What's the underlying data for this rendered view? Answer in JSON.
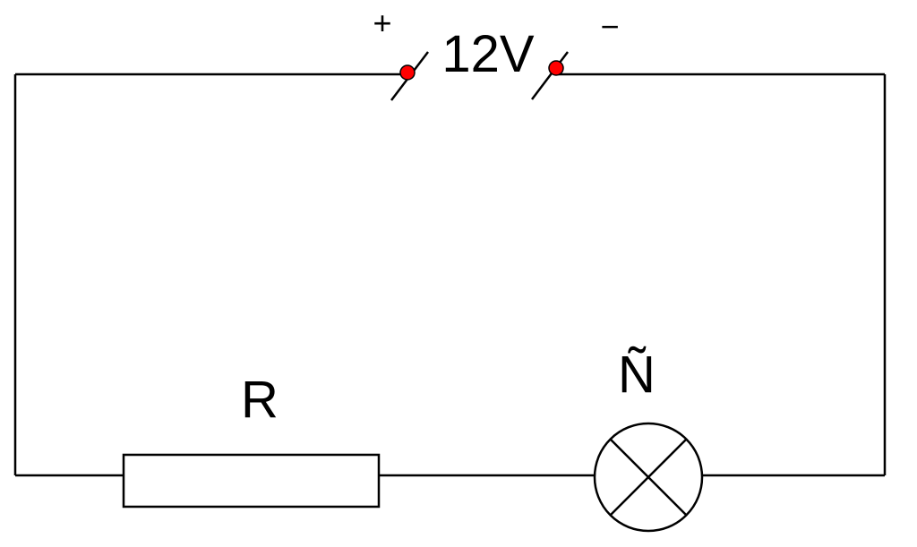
{
  "circuit": {
    "source": {
      "voltage_label": "12V",
      "positive_sign": "+",
      "negative_sign": "−",
      "terminal_color": "#ff0000"
    },
    "resistor": {
      "label": "R"
    },
    "lamp": {
      "label": "Ñ"
    }
  },
  "colors": {
    "wire": "#000000",
    "background": "#ffffff"
  }
}
